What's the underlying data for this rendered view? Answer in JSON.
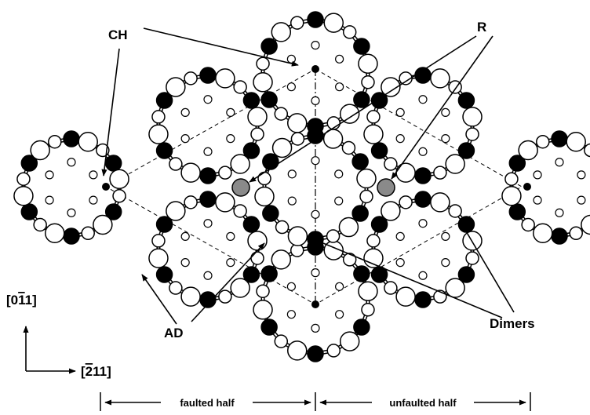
{
  "labels": {
    "corner_hole": "CH",
    "rest_atom": "R",
    "adatom": "AD",
    "dimers": "Dimers"
  },
  "axes": {
    "vertical_prefix": "[0",
    "vertical_bar_digit": "1",
    "vertical_suffix": "1]",
    "horizontal_prefix": "[",
    "horizontal_bar_digit": "2",
    "horizontal_suffix": "11]"
  },
  "halves": {
    "faulted": "faulted half",
    "unfaulted": "unfaulted half"
  },
  "colors": {
    "black_atom": "#000000",
    "white_atom": "#ffffff",
    "rest_atom": "#8a8a8a"
  }
}
